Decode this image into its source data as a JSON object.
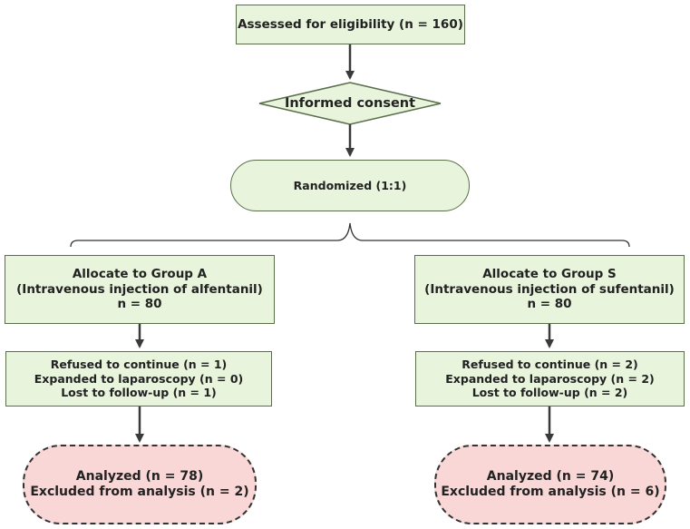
{
  "colors": {
    "box_fill": "#e8f4dc",
    "box_border": "#5a6e4a",
    "outcome_fill": "#f8d7d6",
    "outcome_border": "#333333",
    "arrow": "#3a3a3a"
  },
  "flow": {
    "eligibility": "Assessed for eligibility (n = 160)",
    "consent": "Informed consent",
    "randomized": "Randomized (1:1)"
  },
  "group_a": {
    "allocate_title": "Allocate to Group A",
    "allocate_detail": "(Intravenous injection of alfentanil)",
    "allocate_n": "n = 80",
    "refused": "Refused to continue (n = 1)",
    "expanded": "Expanded to laparoscopy (n = 0)",
    "lost": "Lost to follow-up (n = 1)",
    "analyzed": "Analyzed (n = 78)",
    "excluded": "Excluded from analysis (n = 2)"
  },
  "group_s": {
    "allocate_title": "Allocate to Group S",
    "allocate_detail": "(Intravenous injection of sufentanil)",
    "allocate_n": "n = 80",
    "refused": "Refused to continue (n = 2)",
    "expanded": "Expanded to laparoscopy (n = 2)",
    "lost": "Lost to follow-up (n = 2)",
    "analyzed": "Analyzed (n = 74)",
    "excluded": "Excluded from analysis (n = 6)"
  }
}
